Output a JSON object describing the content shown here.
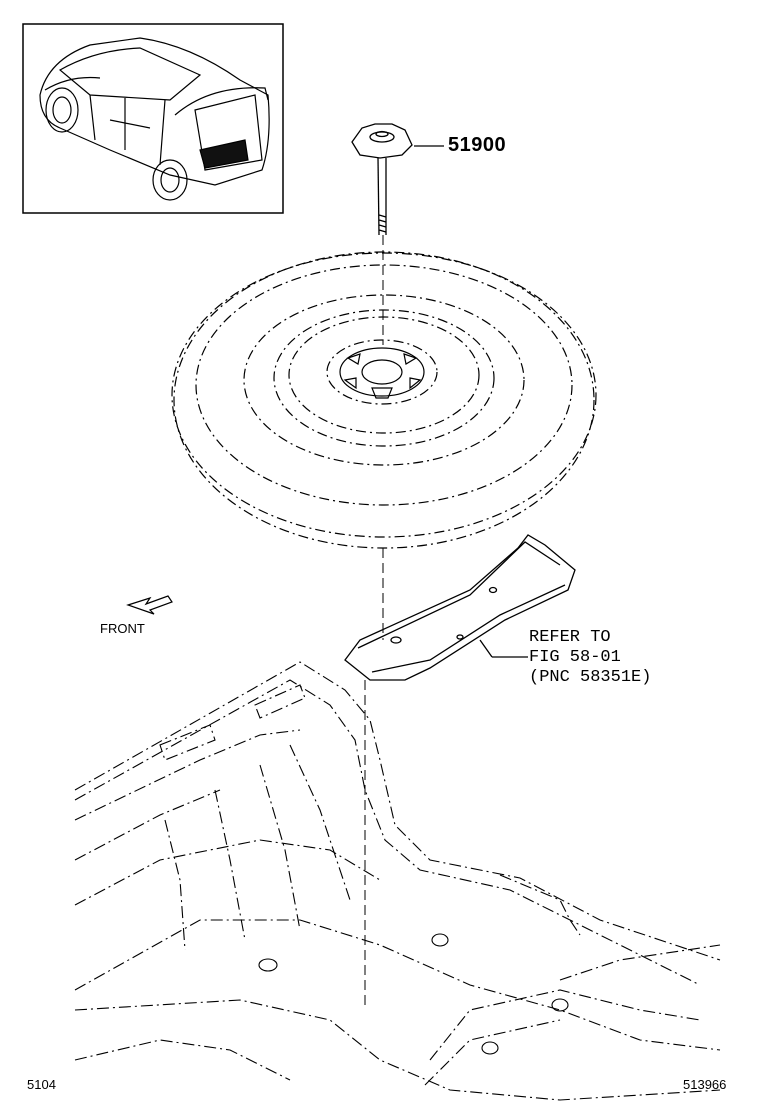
{
  "part_number": "51900",
  "front_label": "FRONT",
  "reference": {
    "line1": "REFER TO",
    "line2": "FIG 58-01",
    "line3": "(PNC 58351E)"
  },
  "footer": {
    "left_code": "5104",
    "right_code": "513966"
  }
}
